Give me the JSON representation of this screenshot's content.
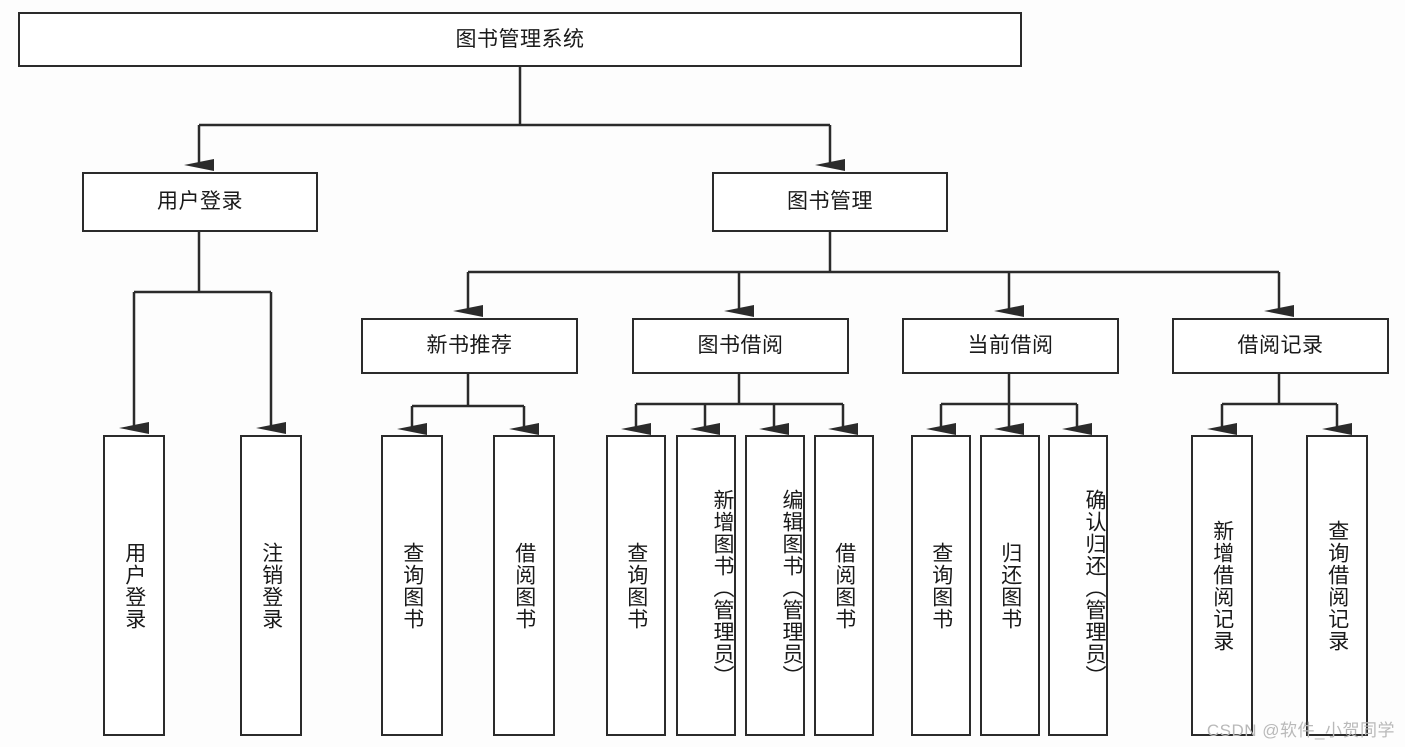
{
  "diagram": {
    "title": "图书管理系统",
    "type": "tree-hierarchy-diagram",
    "root": {
      "label": "图书管理系统"
    },
    "level2": [
      {
        "label": "用户登录"
      },
      {
        "label": "图书管理"
      }
    ],
    "level3": [
      {
        "label": "新书推荐"
      },
      {
        "label": "图书借阅"
      },
      {
        "label": "当前借阅"
      },
      {
        "label": "借阅记录"
      }
    ],
    "leaves_user_login": [
      {
        "label": "用户登录"
      },
      {
        "label": "注销登录"
      }
    ],
    "leaves_new_book": [
      {
        "label": "查询图书"
      },
      {
        "label": "借阅图书"
      }
    ],
    "leaves_borrow": [
      {
        "label": "查询图书"
      },
      {
        "label": "新增图书（管理员）"
      },
      {
        "label": "编辑图书（管理员）"
      },
      {
        "label": "借阅图书"
      }
    ],
    "leaves_current": [
      {
        "label": "查询图书"
      },
      {
        "label": "归还图书"
      },
      {
        "label": "确认归还（管理员）"
      }
    ],
    "leaves_records": [
      {
        "label": "新增借阅记录"
      },
      {
        "label": "查询借阅记录"
      }
    ]
  },
  "watermark": {
    "text": "CSDN @软件_小贺同学"
  },
  "colors": {
    "stroke": "#2b2b2b",
    "fill": "#ffffff",
    "text": "#1a1a1a",
    "watermark": "#b9b9b9"
  }
}
